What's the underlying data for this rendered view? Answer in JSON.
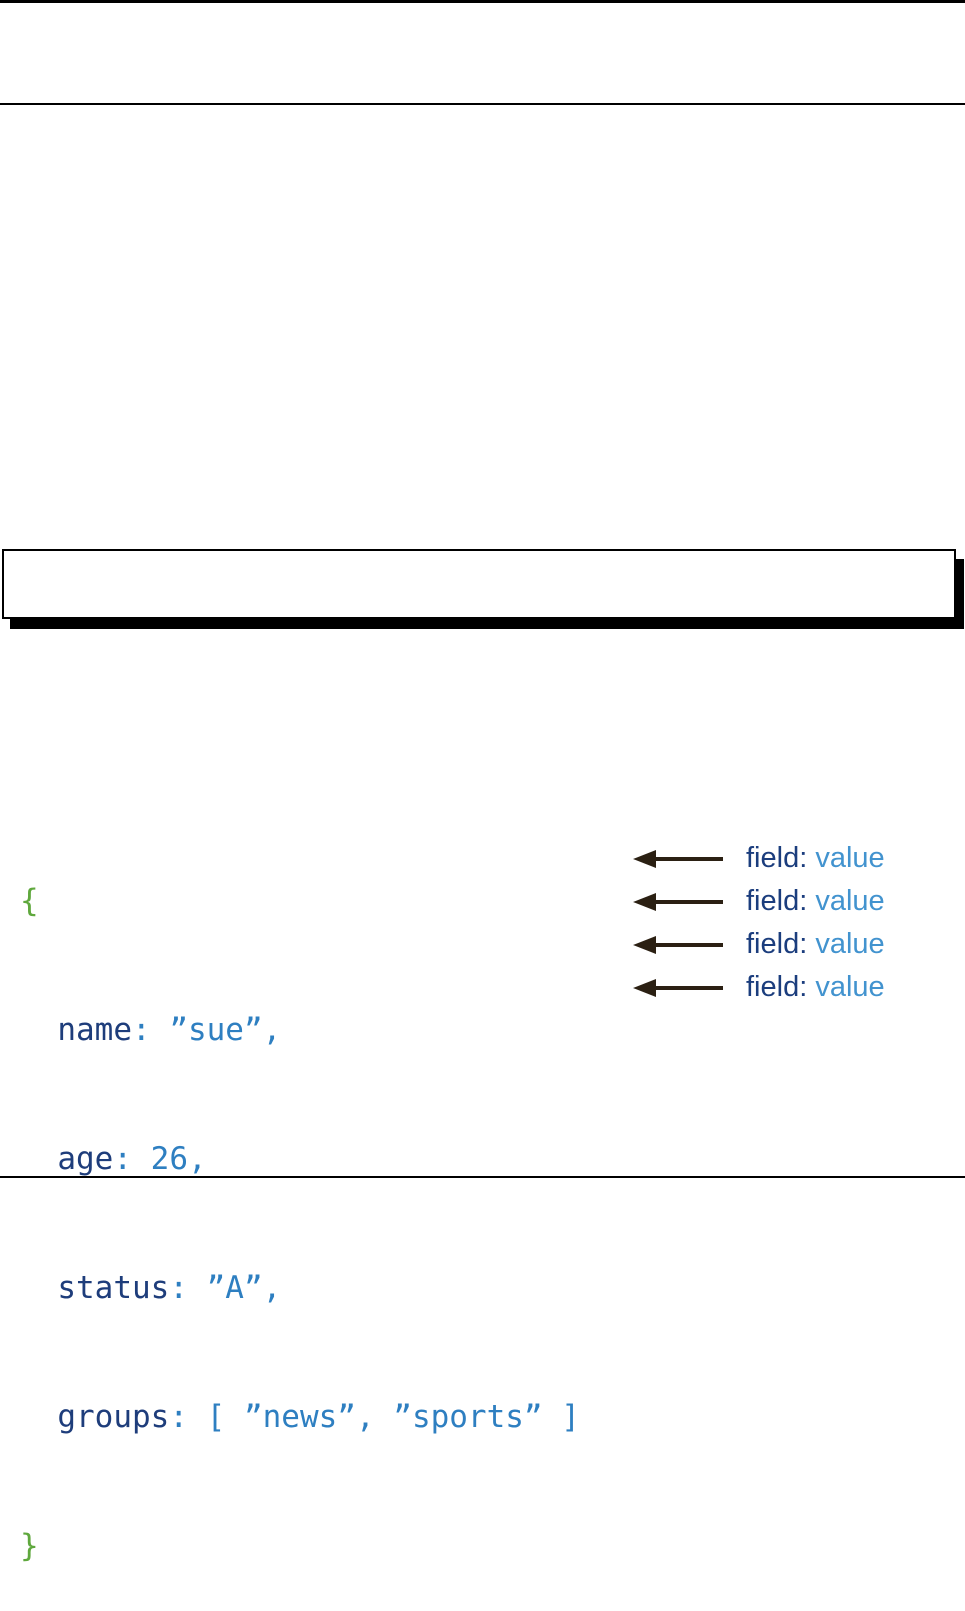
{
  "colors": {
    "page_background": "#ffffff",
    "rule": "#000000",
    "box_border": "#000000",
    "box_shadow": "#000000",
    "brace_green": "#5fa83d",
    "field_navy": "#1e3d7b",
    "value_blue": "#2e7fc1",
    "annotation_field_navy": "#1b3d7d",
    "annotation_value_blue": "#4293cf",
    "arrow_brown": "#2b2013"
  },
  "title_box": {
    "text": ""
  },
  "code": {
    "open_brace": "{",
    "close_brace": "}",
    "indent": "  ",
    "lines": [
      {
        "field": "name",
        "sep": ": ",
        "value": "”sue”,"
      },
      {
        "field": "age",
        "sep": ": ",
        "value": "26,"
      },
      {
        "field": "status",
        "sep": ": ",
        "value": "”A”,"
      },
      {
        "field": "groups",
        "sep": ": ",
        "value": "[ ”news”, ”sports” ]"
      }
    ]
  },
  "annotations": {
    "rows": [
      {
        "field": "field",
        "sep": ": ",
        "value": "value"
      },
      {
        "field": "field",
        "sep": ": ",
        "value": "value"
      },
      {
        "field": "field",
        "sep": ": ",
        "value": "value"
      },
      {
        "field": "field",
        "sep": ": ",
        "value": "value"
      }
    ]
  }
}
